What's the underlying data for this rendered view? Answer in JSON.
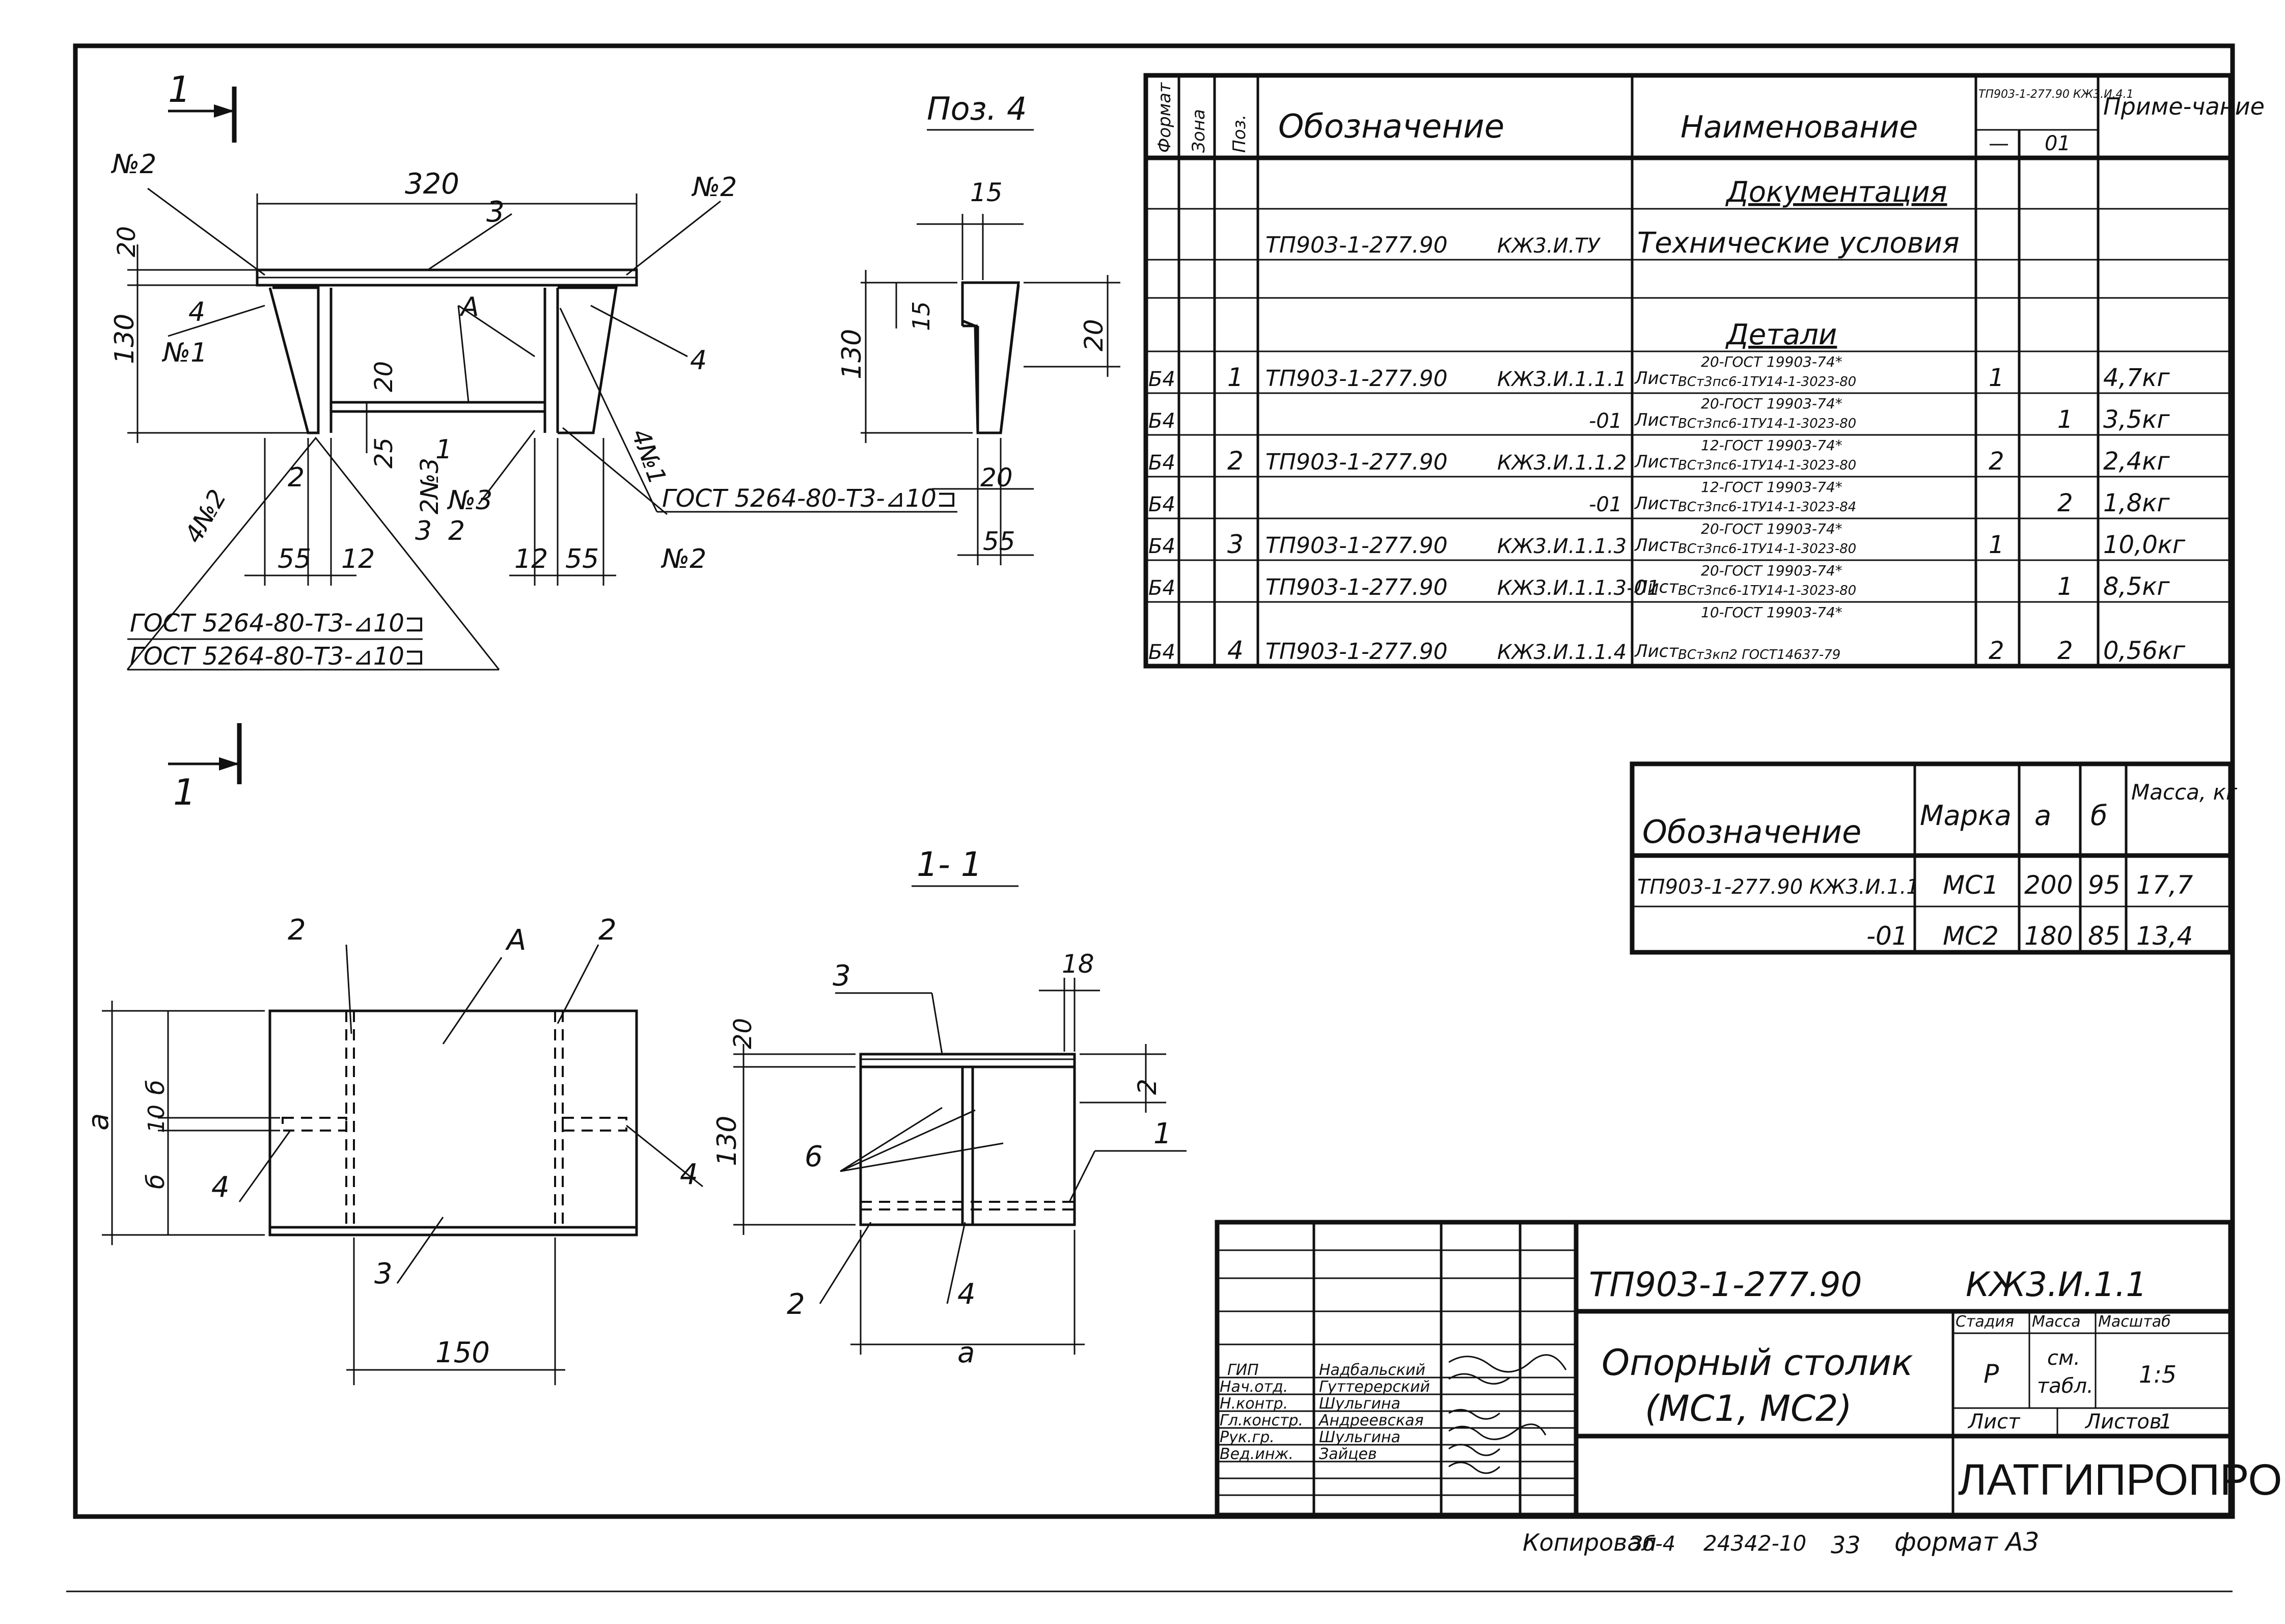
{
  "drawing": {
    "section_marker": "1",
    "section_title": "1- 1",
    "pos4_title": "Поз. 4",
    "view_a": "A",
    "dims_plan": {
      "width": "320",
      "plate": "20",
      "height": "130",
      "gap": "20",
      "bottom": "25",
      "left_w": "55",
      "left_t": "12",
      "right_t": "12",
      "right_w": "55"
    },
    "dims_pos4": {
      "top": "15",
      "inner": "15",
      "height": "130",
      "right": "20",
      "bottom_t": "20",
      "bottom_w": "55"
    },
    "dims_section": {
      "thick": "18",
      "top": "20",
      "right": "2",
      "height": "130",
      "width": "a"
    },
    "dims_front": {
      "a": "a",
      "b_top": "б",
      "ten": "10",
      "b_bot": "б",
      "width": "150"
    },
    "labels_plan": {
      "n2_left": "№2",
      "n2_right": "№2",
      "n3": "№3",
      "n1_left": "№1",
      "n1_right": "4№1",
      "four_n2": "4№2",
      "two_n3": "2№3",
      "three": "3",
      "four_left": "4",
      "four_right": "4",
      "two": "2",
      "one": "1",
      "two_b": "2",
      "three_b": "3",
      "n2_b": "№2"
    },
    "labels_front": {
      "two_l": "2",
      "a": "A",
      "two_r": "2",
      "four_l": "4",
      "four_r": "4",
      "three": "3"
    },
    "labels_section": {
      "three": "3",
      "one": "1",
      "six": "6",
      "two": "2",
      "four": "4"
    },
    "gost_notes": [
      "ГОСТ 5264-80-Т3-⊿10⊐",
      "ГОСТ 5264-80-Т3-⊿10⊐",
      "ГОСТ 5264-80-Т3-⊿10⊐"
    ]
  },
  "spec_table": {
    "headers": {
      "format": "Формат",
      "zone": "Зона",
      "pos": "Поз.",
      "designation": "Обозначение",
      "name": "Наименование",
      "var_code": "ТП903-1-277.90 КЖ3.И.4.1",
      "var_a": "—",
      "var_b": "01",
      "note": "Приме-чание"
    },
    "rows": [
      {
        "format": "",
        "pos": "",
        "designation": "",
        "code": "",
        "name": "Документация",
        "section": true,
        "q1": "",
        "q2": "",
        "note": ""
      },
      {
        "format": "",
        "pos": "",
        "designation": "ТП903-1-277.90",
        "code": "КЖ3.И.ТУ",
        "name": "Технические условия",
        "section": false,
        "q1": "",
        "q2": "",
        "note": ""
      },
      {
        "format": "",
        "pos": "",
        "designation": "",
        "code": "",
        "name": "",
        "section": false,
        "q1": "",
        "q2": "",
        "note": ""
      },
      {
        "format": "",
        "pos": "",
        "designation": "",
        "code": "",
        "name": "Детали",
        "section": true,
        "q1": "",
        "q2": "",
        "note": ""
      },
      {
        "format": "Б4",
        "pos": "1",
        "designation": "ТП903-1-277.90",
        "code": "КЖ3.И.1.1.1",
        "name_a": "Лист",
        "name_b": "20-ГОСТ 19903-74*",
        "name_c": "ВСт3пс6-1ТУ14-1-3023-80",
        "q1": "1",
        "q2": "",
        "note": "4,7кг"
      },
      {
        "format": "Б4",
        "pos": "",
        "designation": "",
        "code": "-01",
        "name_a": "Лист",
        "name_b": "20-ГОСТ 19903-74*",
        "name_c": "ВСт3пс6-1ТУ14-1-3023-80",
        "q1": "",
        "q2": "1",
        "note": "3,5кг"
      },
      {
        "format": "Б4",
        "pos": "2",
        "designation": "ТП903-1-277.90",
        "code": "КЖ3.И.1.1.2",
        "name_a": "Лист",
        "name_b": "12-ГОСТ 19903-74*",
        "name_c": "ВСт3пс6-1ТУ14-1-3023-80",
        "q1": "2",
        "q2": "",
        "note": "2,4кг"
      },
      {
        "format": "Б4",
        "pos": "",
        "designation": "",
        "code": "-01",
        "name_a": "Лист",
        "name_b": "12-ГОСТ 19903-74*",
        "name_c": "ВСт3пс6-1ТУ14-1-3023-84",
        "q1": "",
        "q2": "2",
        "note": "1,8кг"
      },
      {
        "format": "Б4",
        "pos": "3",
        "designation": "ТП903-1-277.90",
        "code": "КЖ3.И.1.1.3",
        "name_a": "Лист",
        "name_b": "20-ГОСТ 19903-74*",
        "name_c": "ВСт3пс6-1ТУ14-1-3023-80",
        "q1": "1",
        "q2": "",
        "note": "10,0кг"
      },
      {
        "format": "Б4",
        "pos": "",
        "designation": "ТП903-1-277.90",
        "code": "КЖ3.И.1.1.3-01",
        "name_a": "Лист",
        "name_b": "20-ГОСТ 19903-74*",
        "name_c": "ВСт3пс6-1ТУ14-1-3023-80",
        "q1": "",
        "q2": "1",
        "note": "8,5кг"
      },
      {
        "format": "Б4",
        "pos": "4",
        "designation": "ТП903-1-277.90",
        "code": "КЖ3.И.1.1.4",
        "name_a": "Лист",
        "name_b": "10-ГОСТ 19903-74*",
        "name_c": "ВСт3кп2 ГОСТ14637-79",
        "q1": "2",
        "q2": "2",
        "note": "0,56кг"
      }
    ]
  },
  "mark_table": {
    "headers": {
      "designation": "Обозначение",
      "mark": "Марка",
      "a": "а",
      "b": "б",
      "mass": "Масса, кг"
    },
    "rows": [
      {
        "designation": "ТП903-1-277.90 КЖ3.И.1.1",
        "mark": "МС1",
        "a": "200",
        "b": "95",
        "mass": "17,7"
      },
      {
        "designation": "-01",
        "mark": "МС2",
        "a": "180",
        "b": "85",
        "mass": "13,4"
      }
    ]
  },
  "title_block": {
    "project": "ТП903-1-277.90",
    "sheet_code": "КЖ3.И.1.1",
    "title_line1": "Опорный столик",
    "title_line2": "(МС1, МС2)",
    "stage_label": "Стадия",
    "mass_label": "Масса",
    "scale_label": "Масштаб",
    "stage": "Р",
    "mass_line1": "см.",
    "mass_line2": "табл.",
    "scale": "1:5",
    "sheet_label": "Лист",
    "sheets_label": "Листов",
    "sheets": "1",
    "org": "ЛАТГИПРОПРОМ",
    "people": [
      {
        "role": "ГИП",
        "name": "Надбальский"
      },
      {
        "role": "Нач.отд.",
        "name": "Гуттерерский"
      },
      {
        "role": "Н.контр.",
        "name": "Шульгина"
      },
      {
        "role": "Гл.констр.",
        "name": "Андреевская"
      },
      {
        "role": "Рук.гр.",
        "name": "Шульгина"
      },
      {
        "role": "Вед.инж.",
        "name": "Зайцев"
      }
    ]
  },
  "footer": {
    "copied": "Копировал",
    "copied_sign": "Зб-4",
    "order": "24342-10",
    "page": "33",
    "format": "формат А3"
  }
}
